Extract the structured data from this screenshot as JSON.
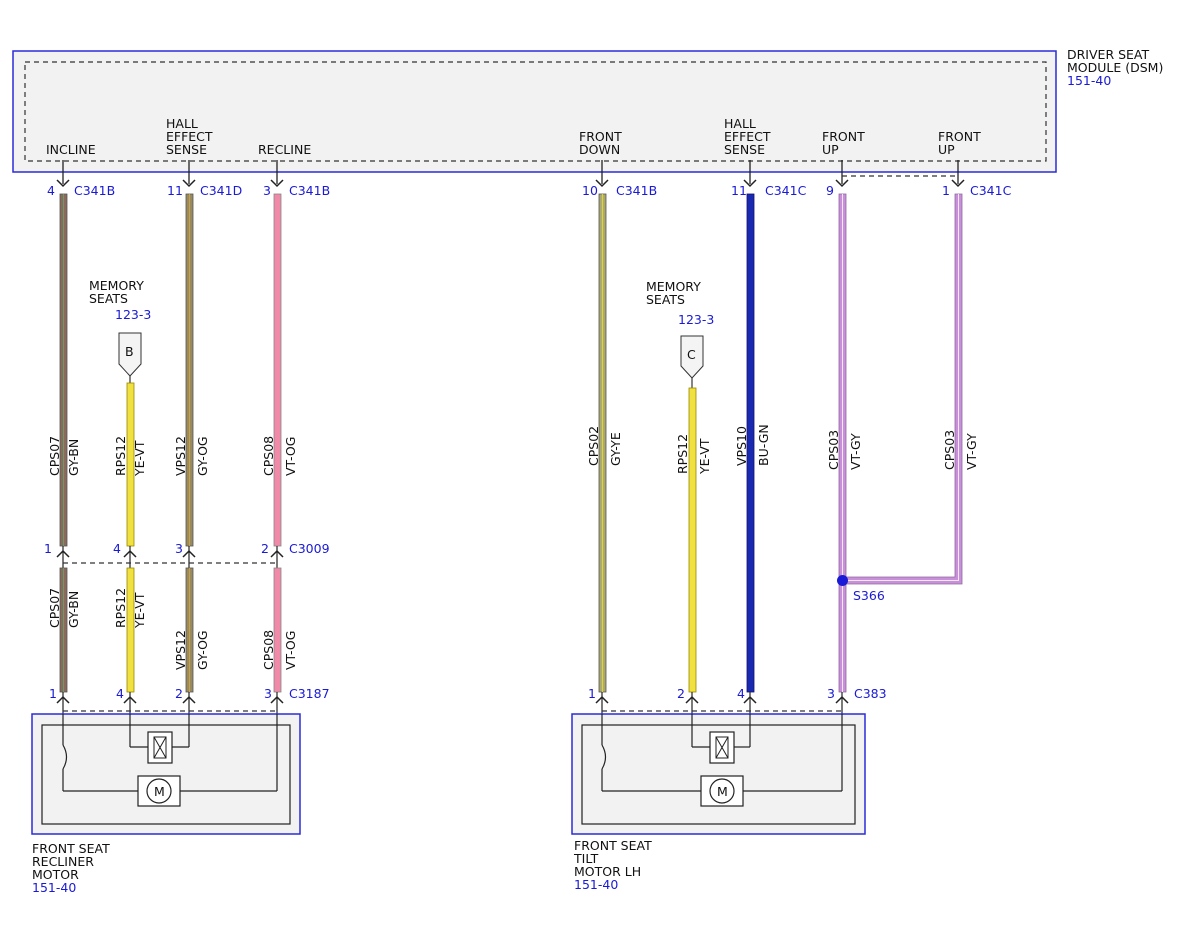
{
  "colors": {
    "module_border": "#2b2bd9",
    "ref_text": "#1a1ad6",
    "gy_bn": "#8a6a5a",
    "gy_og": "#9a8a60",
    "vt_og": "#f08aa8",
    "gy_ye": "#a8a870",
    "ye_vt": "#f0e040",
    "bu_gn": "#1a2ab0",
    "vt_gy": "#c890d8",
    "splice": "#1a1ad6"
  },
  "module": {
    "name_line1": "DRIVER SEAT",
    "name_line2": "MODULE (DSM)",
    "ref": "151-40"
  },
  "pins": {
    "incline": "INCLINE",
    "hall1_l1": "HALL",
    "hall1_l2": "EFFECT",
    "hall1_l3": "SENSE",
    "recline": "RECLINE",
    "frontdown_l1": "FRONT",
    "frontdown_l2": "DOWN",
    "hall2_l1": "HALL",
    "hall2_l2": "EFFECT",
    "hall2_l3": "SENSE",
    "frontup1_l1": "FRONT",
    "frontup1_l2": "UP",
    "frontup2_l1": "FRONT",
    "frontup2_l2": "UP"
  },
  "top_connectors": {
    "c1_pin": "4",
    "c1_name": "C341B",
    "c2_pin": "11",
    "c2_name": "C341D",
    "c3_pin": "3",
    "c3_name": "C341B",
    "c4_pin": "10",
    "c4_name": "C341B",
    "c5_pin": "11",
    "c5_name": "C341C",
    "c6_pin": "9",
    "c7_pin": "1",
    "c7_name": "C341C"
  },
  "memory": {
    "left_l1": "MEMORY",
    "left_l2": "SEATS",
    "left_ref": "123-3",
    "left_tag": "B",
    "right_l1": "MEMORY",
    "right_l2": "SEATS",
    "right_ref": "123-3",
    "right_tag": "C"
  },
  "wires_upper": {
    "w1_circuit": "CPS07",
    "w1_color": "GY-BN",
    "w2_circuit": "RPS12",
    "w2_color": "YE-VT",
    "w3_circuit": "VPS12",
    "w3_color": "GY-OG",
    "w4_circuit": "CPS08",
    "w4_color": "VT-OG",
    "w5_circuit": "CPS02",
    "w5_color": "GY-YE",
    "w6_circuit": "RPS12",
    "w6_color": "YE-VT",
    "w7_circuit": "VPS10",
    "w7_color": "BU-GN",
    "w8_circuit": "CPS03",
    "w8_color": "VT-GY",
    "w9_circuit": "CPS03",
    "w9_color": "VT-GY"
  },
  "c3009": {
    "p1": "1",
    "p2": "4",
    "p3": "3",
    "p4": "2",
    "name": "C3009"
  },
  "wires_lower": {
    "w1_circuit": "CPS07",
    "w1_color": "GY-BN",
    "w2_circuit": "RPS12",
    "w2_color": "YE-VT",
    "w3_circuit": "VPS12",
    "w3_color": "GY-OG",
    "w4_circuit": "CPS08",
    "w4_color": "VT-OG"
  },
  "c3187": {
    "p1": "1",
    "p2": "4",
    "p3": "2",
    "p4": "3",
    "name": "C3187"
  },
  "c383": {
    "p1": "1",
    "p2": "2",
    "p3": "4",
    "p4": "3",
    "name": "C383"
  },
  "splice": {
    "name": "S366"
  },
  "recliner_motor": {
    "l1": "FRONT SEAT",
    "l2": "RECLINER",
    "l3": "MOTOR",
    "ref": "151-40",
    "motor_symbol": "M"
  },
  "tilt_motor": {
    "l1": "FRONT SEAT",
    "l2": "TILT",
    "l3": "MOTOR LH",
    "ref": "151-40",
    "motor_symbol": "M"
  }
}
